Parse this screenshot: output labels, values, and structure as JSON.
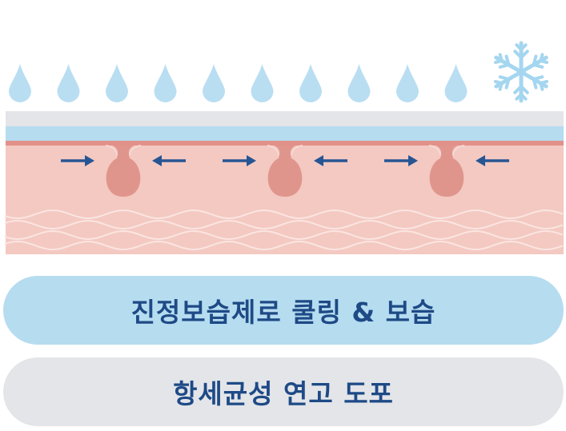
{
  "colors": {
    "drop": "#b9def2",
    "snowflake": "#a5d6f0",
    "top_layer": "#e3e5e9",
    "blue_layer": "#b6dcf0",
    "skin_line": "#e2918a",
    "skin": "#f3c9c2",
    "pore": "#e0958c",
    "wave": "#fbe5e1",
    "arrow": "#275593",
    "label_text": "#1e4a86"
  },
  "icons": {
    "drop": "water-drop-icon",
    "snowflake": "snowflake-icon",
    "arrow": "arrow-icon"
  },
  "drops_count": 10,
  "pores_count": 3,
  "labels": {
    "benefit": "진정보습제로 쿨링 & 보습",
    "application": "항세균성 연고 도포"
  }
}
